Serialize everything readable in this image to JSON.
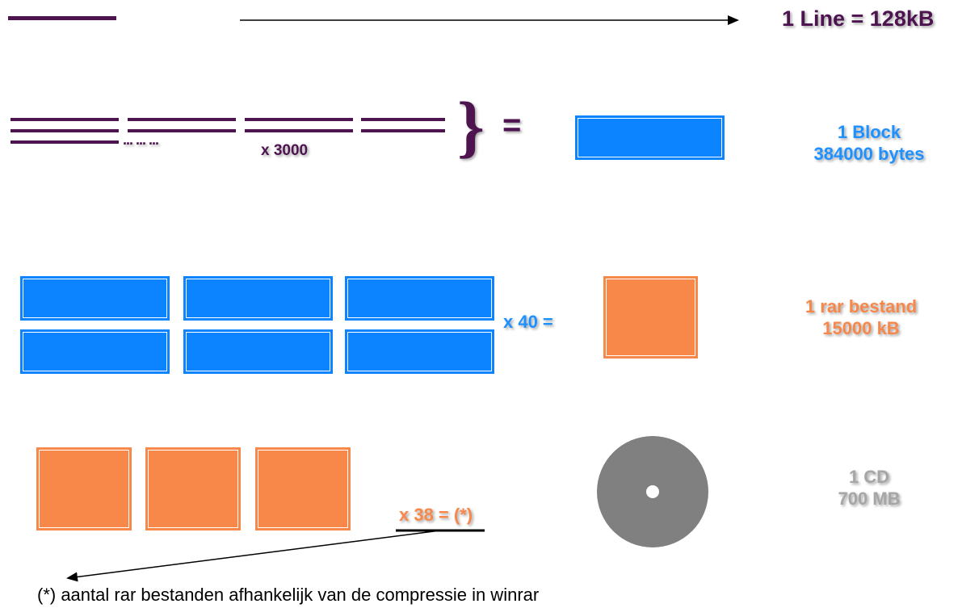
{
  "line": {
    "label": "1 Line = 128kB"
  },
  "block": {
    "multiplier": "x 3000",
    "equals": "=",
    "dots": "... ... ...",
    "caption_line1": "1 Block",
    "caption_line2": "384000 bytes",
    "brace": "}"
  },
  "rar": {
    "multiplier": "x 40 =",
    "caption_line1": "1 rar bestand",
    "caption_line2": "15000 kB"
  },
  "cd": {
    "multiplier": "x 38 = (*)",
    "caption_line1": "1 CD",
    "caption_line2": "700 MB"
  },
  "footnote": "(*) aantal rar bestanden afhankelijk van de compressie in winrar",
  "colors": {
    "purple": "#4d1450",
    "blue": "#0d84ff",
    "orange": "#f8874a",
    "gray": "#808080"
  }
}
